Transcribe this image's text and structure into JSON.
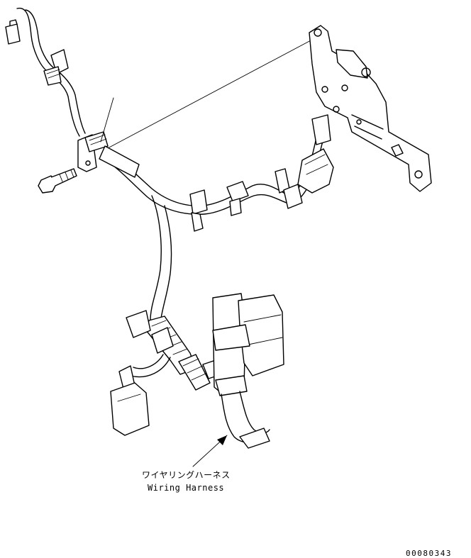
{
  "callout": {
    "label_jp": "ワイヤリングハーネス",
    "label_en": "Wiring Harness"
  },
  "drawing_code": "00080343"
}
